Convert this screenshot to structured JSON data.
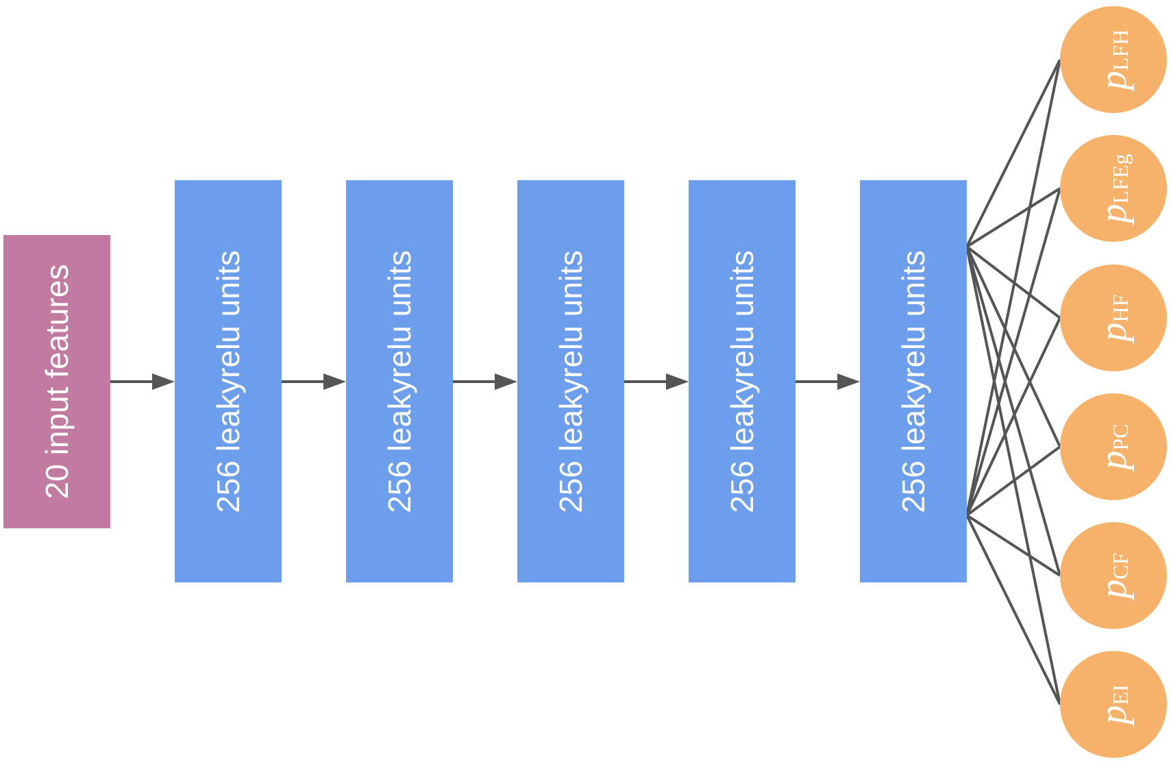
{
  "colors": {
    "input": "#c27ba0",
    "hidden": "#6d9eeb",
    "output": "#f6b26b",
    "edge": "#555555",
    "text": "#ffffff"
  },
  "input_layer": {
    "label": "20 input features"
  },
  "hidden_layers": [
    {
      "label": "256 leakyrelu units"
    },
    {
      "label": "256 leakyrelu units"
    },
    {
      "label": "256 leakyrelu units"
    },
    {
      "label": "256 leakyrelu units"
    },
    {
      "label": "256 leakyrelu units"
    }
  ],
  "outputs": [
    {
      "symbol": "p",
      "sub": "LFH"
    },
    {
      "symbol": "p",
      "sub": "LFEg"
    },
    {
      "symbol": "p",
      "sub": "HF"
    },
    {
      "symbol": "p",
      "sub": "PC"
    },
    {
      "symbol": "p",
      "sub": "CF"
    },
    {
      "symbol": "p",
      "sub": "EI"
    }
  ]
}
